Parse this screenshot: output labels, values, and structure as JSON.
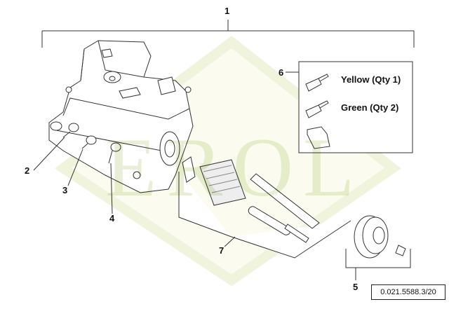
{
  "diagram": {
    "callouts": [
      "1",
      "2",
      "3",
      "4",
      "5",
      "6",
      "7"
    ],
    "kit_items": [
      {
        "label": "Yellow (Qty 1)"
      },
      {
        "label": "Green (Qty 2)"
      }
    ],
    "reference_code": "0.021.5588.3/20",
    "watermark": "EROL",
    "colors": {
      "line": "#222222",
      "watermark": "#e8efd6"
    }
  }
}
